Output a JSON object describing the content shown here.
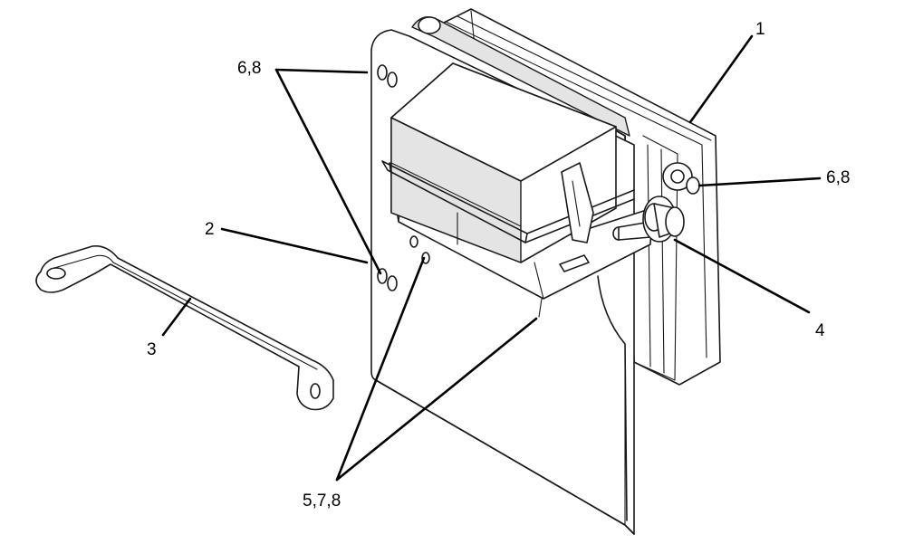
{
  "callouts": {
    "c1": "1",
    "c2": "2",
    "c3": "3",
    "c4": "4",
    "c68_top": "6,8",
    "c68_right": "6,8",
    "c578": "5,7,8"
  }
}
